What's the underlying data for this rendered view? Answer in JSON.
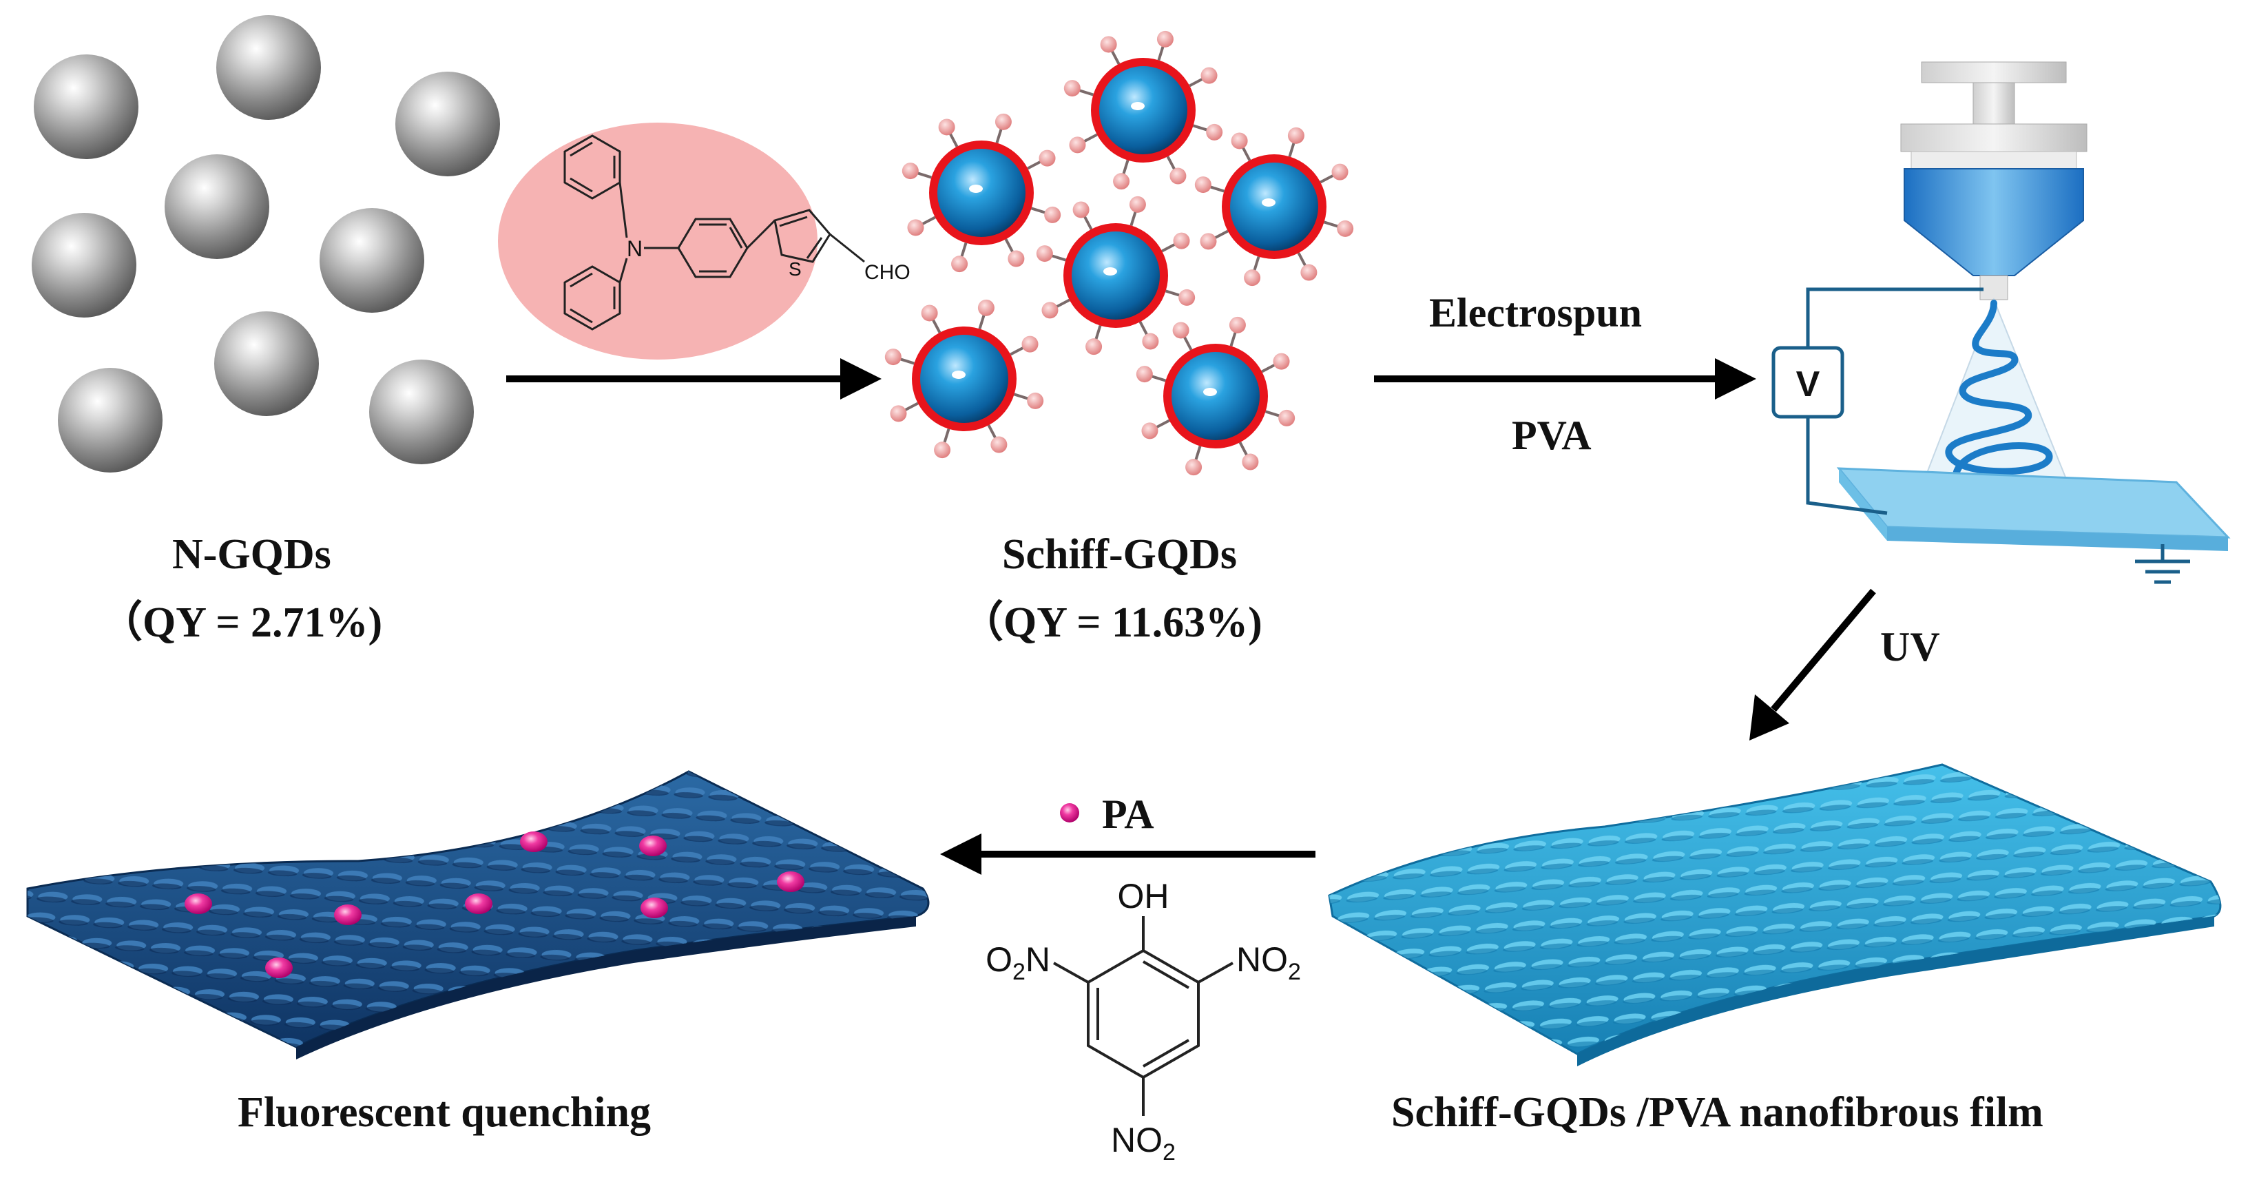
{
  "diagram": {
    "ngqds": {
      "name": "N-GQDs",
      "qy": "（QY = 2.71%)"
    },
    "schiff": {
      "name": "Schiff-GQDs",
      "qy": "（QY = 11.63%)"
    },
    "reagent": {
      "cho": "CHO",
      "n": "N",
      "s": "S"
    },
    "step_electrospun": "Electrospun",
    "step_pva": "PVA",
    "step_uv": "UV",
    "voltage": "V",
    "step_pa": "PA",
    "film_label": "Schiff-GQDs /PVA nanofibrous film",
    "quench_label": "Fluorescent quenching",
    "picric": {
      "oh": "OH",
      "no2_left": "O2N",
      "no2_right": "NO2",
      "no2_bottom": "NO2"
    }
  },
  "colors": {
    "sphere_gray": "#9a9a9a",
    "sphere_blue": "#1a8ccc",
    "ring_red": "#e8141b",
    "ligand_pink": "#f2a0a0",
    "reagent_bg": "#f6b3b3",
    "film_light": "#2aa9d9",
    "film_dark": "#1a4f86",
    "pa_magenta": "#e0108a"
  }
}
